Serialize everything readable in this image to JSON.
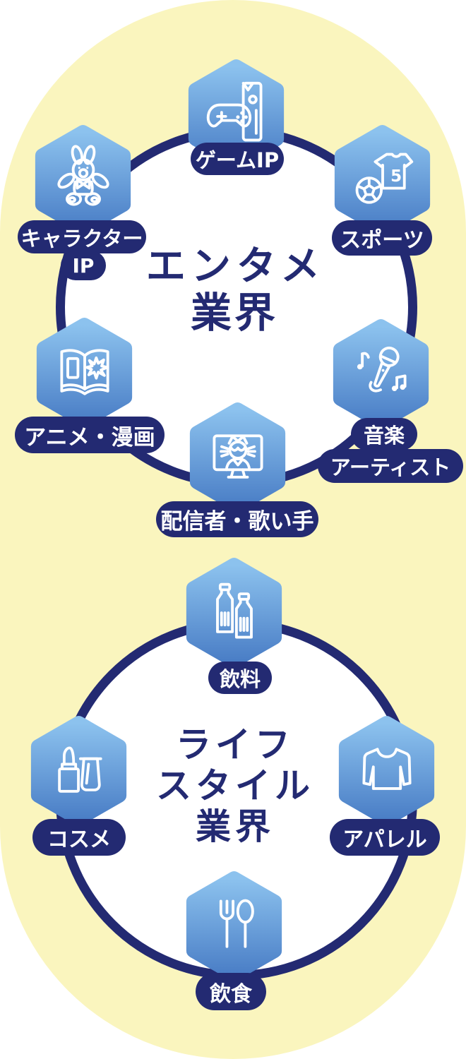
{
  "colors": {
    "background_yellow": "#FAF5BE",
    "navy": "#232A72",
    "hex_gradient_top": "#8CC2EE",
    "hex_gradient_bottom": "#4A7EC6",
    "icon_stroke": "#FFFFFF"
  },
  "entertainment": {
    "title_line1": "エンタメ",
    "title_line2": "業界",
    "items": {
      "game": {
        "label": "ゲームIP",
        "icon": "game-controller-console"
      },
      "character": {
        "label_line1": "キャラクター",
        "label_line2": "IP",
        "icon": "plush-bunny-bear"
      },
      "sports": {
        "label": "スポーツ",
        "icon": "soccer-ball-jersey",
        "jersey_number": "5"
      },
      "anime": {
        "label": "アニメ・漫画",
        "icon": "open-manga-book"
      },
      "music": {
        "label_line1": "音楽",
        "label_line2": "アーティスト",
        "icon": "microphone-notes"
      },
      "streamer": {
        "label": "配信者・歌い手",
        "icon": "vtuber-monitor"
      }
    }
  },
  "lifestyle": {
    "title_line1": "ライフ",
    "title_line2": "スタイル",
    "title_line3": "業界",
    "items": {
      "drink": {
        "label": "飲料",
        "icon": "pet-bottles"
      },
      "cosme": {
        "label": "コスメ",
        "icon": "lipstick-tube"
      },
      "apparel": {
        "label": "アパレル",
        "icon": "long-sleeve-shirt"
      },
      "food": {
        "label": "飲食",
        "icon": "fork-and-spoon"
      }
    }
  }
}
